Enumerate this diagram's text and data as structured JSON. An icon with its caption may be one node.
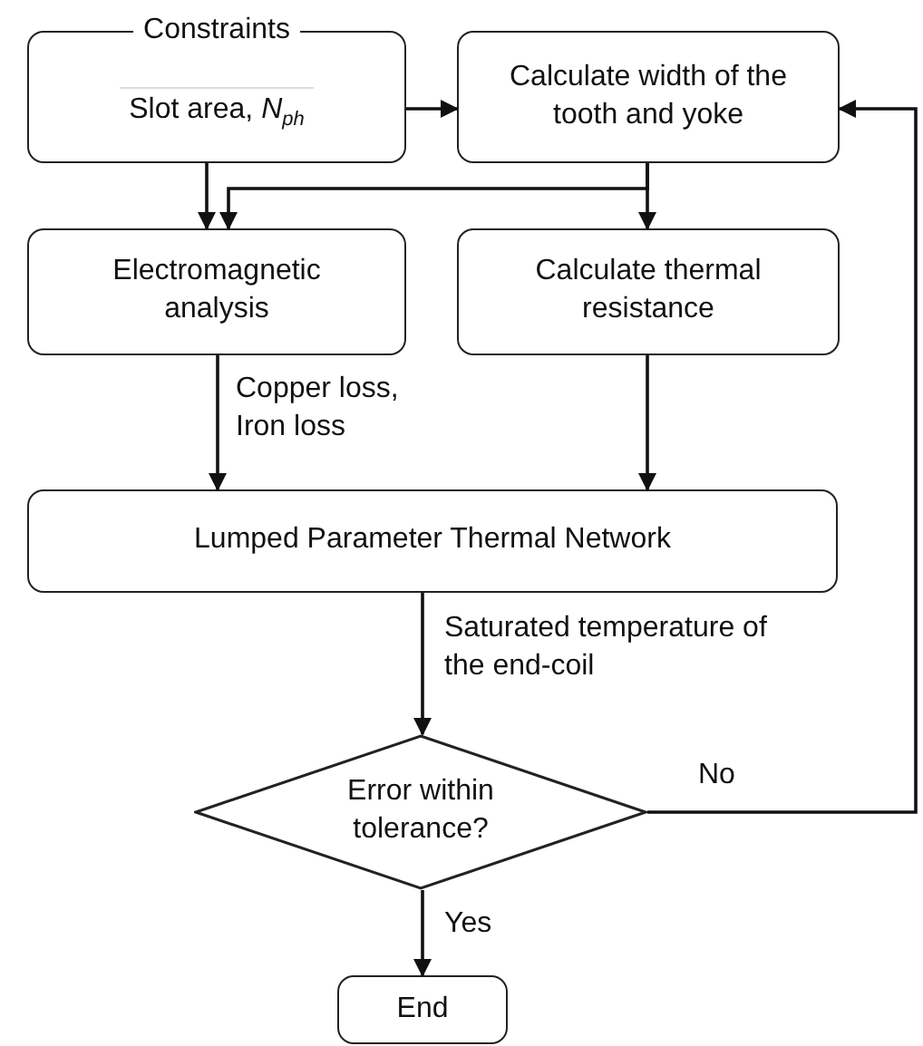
{
  "diagram": {
    "nodes": [
      {
        "text": [
          "Constraints",
          "Slot area, *N*$_{ph}$"
        ]
      },
      {
        "text": [
          "Calculate width of the tooth and yoke"
        ]
      },
      {
        "text": [
          "Electromagnetic analysis"
        ]
      },
      {
        "text": [
          "Calculate thermal resistance"
        ]
      },
      {
        "text": [
          "Lumped Parameter Thermal Network"
        ]
      },
      {
        "text": [
          "Error within tolerance?"
        ]
      },
      {
        "text": [
          "End"
        ]
      }
    ],
    "edges": [
      {
        "from": 0,
        "to": 1,
        "arrow": "to"
      },
      {
        "from": 0,
        "to": 2,
        "arrow": "to"
      },
      {
        "from": 1,
        "to": 2,
        "arrow": "to"
      },
      {
        "from": 1,
        "to": 3,
        "arrow": "to"
      },
      {
        "from": 2,
        "to": 4,
        "arrow": "to",
        "label": "Copper loss, Iron loss"
      },
      {
        "from": 3,
        "to": 4,
        "arrow": "to"
      },
      {
        "from": 4,
        "to": 5,
        "arrow": "to",
        "label": "Saturated temperature of the end-coil"
      },
      {
        "from": 5,
        "to": 6,
        "arrow": "to",
        "label": "Yes"
      },
      {
        "from": 5,
        "to": 1,
        "arrow": "to",
        "label": "No"
      }
    ]
  }
}
